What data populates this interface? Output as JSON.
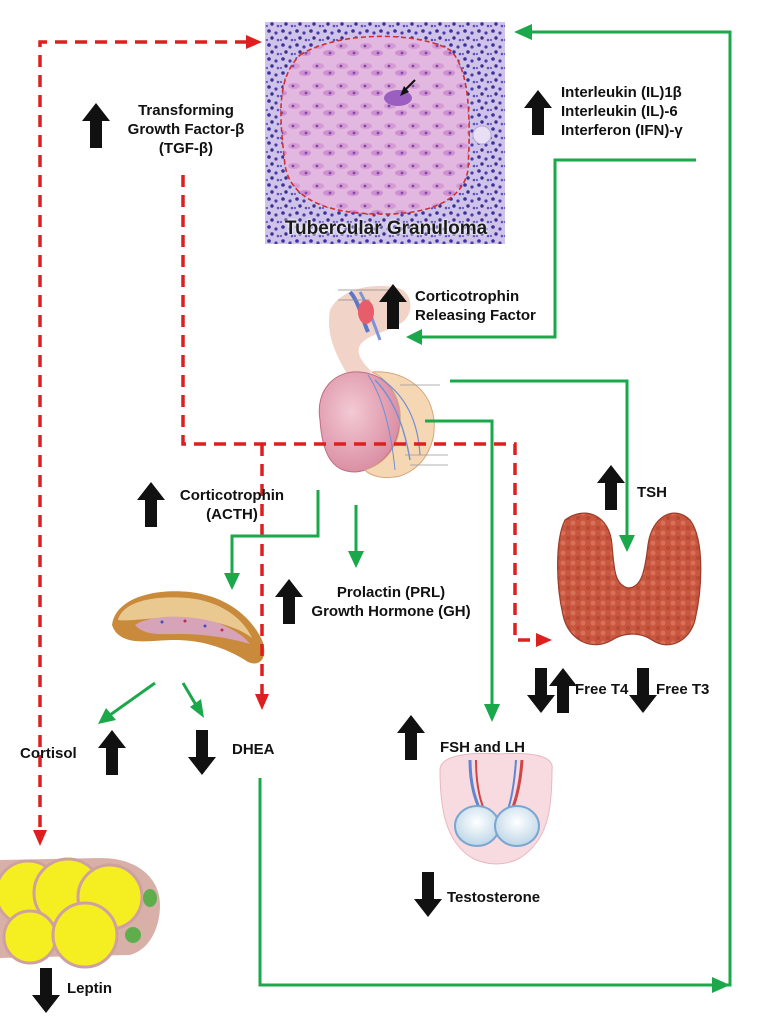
{
  "tissue": {
    "granuloma_caption": "Tubercular Granuloma"
  },
  "labels": {
    "tgf_line1": "Transforming",
    "tgf_line2": "Growth Factor-β",
    "tgf_line3": "(TGF-β)",
    "il1b": "Interleukin (IL)1β",
    "il6": "Interleukin (IL)-6",
    "ifn": "Interferon (IFN)-γ",
    "crf_line1": "Corticotrophin",
    "crf_line2": "Releasing Factor",
    "acth_line1": "Corticotrophin",
    "acth_line2": "(ACTH)",
    "tsh": "TSH",
    "prl": "Prolactin (PRL)",
    "gh": "Growth Hormone (GH)",
    "free_t4": "Free T4",
    "free_t3": "Free T3",
    "cortisol": "Cortisol",
    "dhea": "DHEA",
    "fsh_lh": "FSH and LH",
    "testosterone": "Testosterone",
    "leptin": "Leptin"
  },
  "legend_colors": {
    "stimulatory_arrow": "#1aa84a",
    "inhibitory_dashed": "#dd1f1f",
    "level_arrow": "#111111"
  },
  "level_changes": {
    "tgf_beta": "up",
    "il_ifn": "up",
    "crf": "up",
    "acth": "up",
    "tsh": "up",
    "prl_gh": "up",
    "free_t4": "down-up",
    "free_t3": "down",
    "cortisol": "up",
    "dhea": "down",
    "fsh_lh": "up",
    "testosterone": "down",
    "leptin": "down"
  }
}
